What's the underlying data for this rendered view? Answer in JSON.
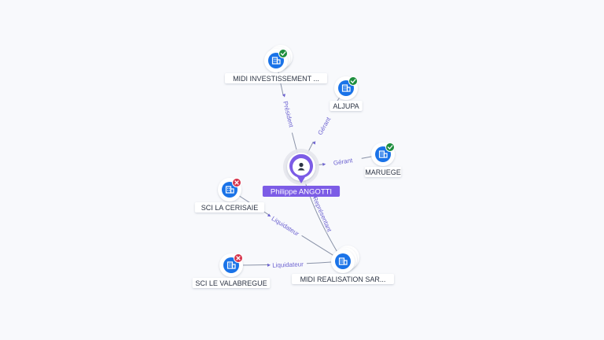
{
  "colors": {
    "edge": "#8a93a8",
    "edge_label": "#6d63d1",
    "company": "#1a73e8",
    "person": "#7c5ce6",
    "active": "#1e8e3e",
    "closed": "#d6334b"
  },
  "center": {
    "name": "Philippe ANGOTTI",
    "icon": "person-icon"
  },
  "nodes": [
    {
      "id": "midi-inv",
      "label": "MIDI INVESTISSEMENT ...",
      "icon": "company-icon",
      "status": "active",
      "stacked": true
    },
    {
      "id": "aljupa",
      "label": "ALJUPA",
      "icon": "company-icon",
      "status": "active",
      "stacked": false
    },
    {
      "id": "maruege",
      "label": "MARUEGE",
      "icon": "company-icon",
      "status": "active",
      "stacked": false
    },
    {
      "id": "cerisaie",
      "label": "SCI LA CERISAIE",
      "icon": "company-icon",
      "status": "closed",
      "stacked": false
    },
    {
      "id": "valabregue",
      "label": "SCI LE VALABREGUE",
      "icon": "company-icon",
      "status": "closed",
      "stacked": false
    },
    {
      "id": "midi-real",
      "label": "MIDI REALISATION SAR...",
      "icon": "company-icon",
      "status": "none",
      "stacked": true
    }
  ],
  "edges": [
    {
      "id": "e1",
      "from": "center",
      "to": "midi-inv",
      "label": "Président"
    },
    {
      "id": "e2",
      "from": "center",
      "to": "aljupa",
      "label": "Gérant"
    },
    {
      "id": "e3",
      "from": "center",
      "to": "maruege",
      "label": "Gérant"
    },
    {
      "id": "e4",
      "from": "center",
      "to": "midi-real",
      "label": "Représentant"
    },
    {
      "id": "e5",
      "from": "midi-real",
      "to": "cerisaie",
      "label": "Liquidateur"
    },
    {
      "id": "e6",
      "from": "midi-real",
      "to": "valabregue",
      "label": "Liquidateur"
    }
  ]
}
